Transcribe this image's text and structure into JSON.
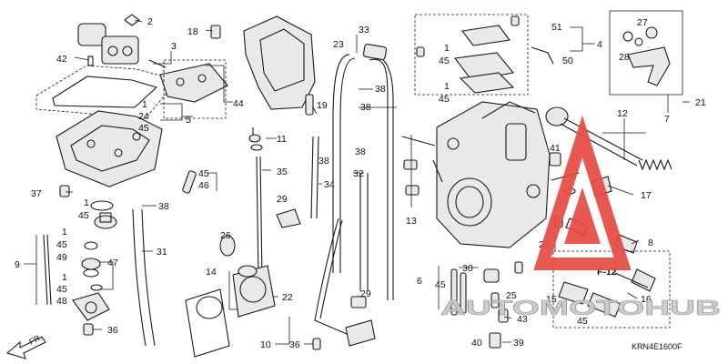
{
  "diagram": {
    "diagram_code": "KRN4E1600F",
    "fr_indicator": "FR.",
    "section_label": "F-12",
    "labels": [
      {
        "id": "l2",
        "text": "2"
      },
      {
        "id": "l3",
        "text": "3"
      },
      {
        "id": "l42",
        "text": "42"
      },
      {
        "id": "l1a",
        "text": "1"
      },
      {
        "id": "l24",
        "text": "24"
      },
      {
        "id": "l45a",
        "text": "45"
      },
      {
        "id": "l5",
        "text": "5"
      },
      {
        "id": "l44",
        "text": "44"
      },
      {
        "id": "l18",
        "text": "18"
      },
      {
        "id": "l33",
        "text": "33"
      },
      {
        "id": "l23",
        "text": "23"
      },
      {
        "id": "l38a",
        "text": "38"
      },
      {
        "id": "l38b",
        "text": "38"
      },
      {
        "id": "l19",
        "text": "19"
      },
      {
        "id": "l11",
        "text": "11"
      },
      {
        "id": "l38c",
        "text": "38"
      },
      {
        "id": "l38d",
        "text": "38"
      },
      {
        "id": "l35",
        "text": "35"
      },
      {
        "id": "l34",
        "text": "34"
      },
      {
        "id": "l32",
        "text": "32"
      },
      {
        "id": "l29a",
        "text": "29"
      },
      {
        "id": "l45b",
        "text": "45"
      },
      {
        "id": "l46",
        "text": "46"
      },
      {
        "id": "l37",
        "text": "37"
      },
      {
        "id": "l1b",
        "text": "1"
      },
      {
        "id": "l45c",
        "text": "45"
      },
      {
        "id": "l38e",
        "text": "38"
      },
      {
        "id": "l31",
        "text": "31"
      },
      {
        "id": "l9",
        "text": "9"
      },
      {
        "id": "l1c",
        "text": "1"
      },
      {
        "id": "l45d",
        "text": "45"
      },
      {
        "id": "l49",
        "text": "49"
      },
      {
        "id": "l47",
        "text": "47"
      },
      {
        "id": "l1d",
        "text": "1"
      },
      {
        "id": "l45e",
        "text": "45"
      },
      {
        "id": "l48",
        "text": "48"
      },
      {
        "id": "l36a",
        "text": "36"
      },
      {
        "id": "l26",
        "text": "26"
      },
      {
        "id": "l14",
        "text": "14"
      },
      {
        "id": "l22",
        "text": "22"
      },
      {
        "id": "l10",
        "text": "10"
      },
      {
        "id": "l36b",
        "text": "36"
      },
      {
        "id": "l29b",
        "text": "29"
      },
      {
        "id": "l51",
        "text": "51"
      },
      {
        "id": "l1e",
        "text": "1"
      },
      {
        "id": "l45f",
        "text": "45"
      },
      {
        "id": "l4",
        "text": "4"
      },
      {
        "id": "l50",
        "text": "50"
      },
      {
        "id": "l1f",
        "text": "1"
      },
      {
        "id": "l45g",
        "text": "45"
      },
      {
        "id": "l27",
        "text": "27"
      },
      {
        "id": "l28",
        "text": "28"
      },
      {
        "id": "l7",
        "text": "7"
      },
      {
        "id": "l21",
        "text": "21"
      },
      {
        "id": "l12",
        "text": "12"
      },
      {
        "id": "l41",
        "text": "41"
      },
      {
        "id": "l17",
        "text": "17"
      },
      {
        "id": "l13",
        "text": "13"
      },
      {
        "id": "l8",
        "text": "8"
      },
      {
        "id": "l20",
        "text": "20"
      },
      {
        "id": "l6",
        "text": "6"
      },
      {
        "id": "l30",
        "text": "30"
      },
      {
        "id": "l45h",
        "text": "45"
      },
      {
        "id": "l25",
        "text": "25"
      },
      {
        "id": "l43",
        "text": "43"
      },
      {
        "id": "l40",
        "text": "40"
      },
      {
        "id": "l39",
        "text": "39"
      },
      {
        "id": "l15",
        "text": "15"
      },
      {
        "id": "l45i",
        "text": "45"
      },
      {
        "id": "l16",
        "text": "16"
      }
    ]
  },
  "watermark": {
    "brand": "AUTOMOTOHUB",
    "colors": {
      "triangle": "#e64a43",
      "gray": "#c9c9c9",
      "accent": "#f2b441"
    }
  }
}
